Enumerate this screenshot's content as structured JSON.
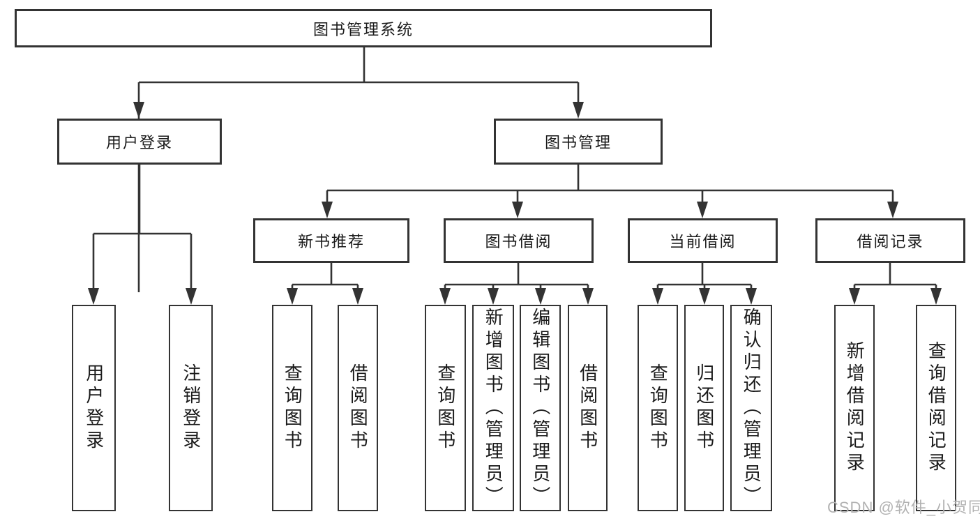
{
  "nodes": {
    "root": "图书管理系统",
    "level2": [
      "用户登录",
      "图书管理"
    ],
    "level3": [
      "新书推荐",
      "图书借阅",
      "当前借阅",
      "借阅记录"
    ],
    "leaves": [
      "用户登录",
      "注销登录",
      "查询图书",
      "借阅图书",
      "查询图书",
      "新增图书（管理员）",
      "编辑图书（管理员）",
      "借阅图书",
      "查询图书",
      "归还图书",
      "确认归还（管理员）",
      "新增借阅记录",
      "查询借阅记录"
    ]
  },
  "watermark": "CSDN @软件_小贺同学",
  "colors": {
    "line": "#333333",
    "text": "#1a1a1a",
    "box_background": "#ffffff",
    "watermark": "#b2b2b2"
  }
}
